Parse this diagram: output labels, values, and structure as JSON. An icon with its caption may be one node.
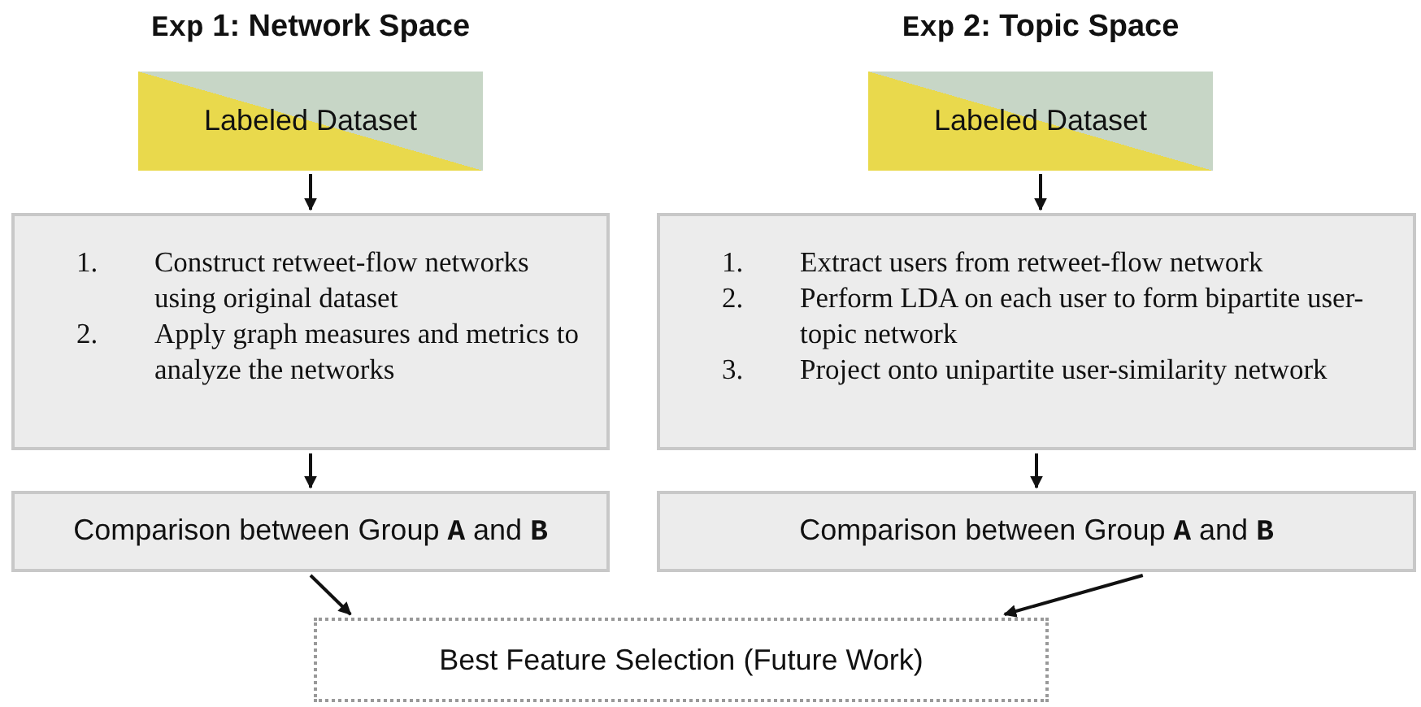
{
  "diagram": {
    "nodes": [
      {
        "text": [
          "Labeled Dataset"
        ]
      },
      {
        "text": [
          "Labeled Dataset"
        ]
      },
      {
        "text": [
          "1.",
          "Construct retweet-flow networks using original dataset",
          "2.",
          "Apply graph measures and metrics to analyze the networks"
        ]
      },
      {
        "text": [
          "1.",
          "Extract users from retweet-flow network",
          "2.",
          "Perform LDA on each user to form bipartite user-topic network",
          "3.",
          "Project onto unipartite user-similarity network"
        ]
      },
      {
        "text": [
          "Comparison between Group **A** and **B**"
        ]
      },
      {
        "text": [
          "Comparison between Group **A** and **B**"
        ]
      },
      {
        "text": [
          "Best Feature Selection (Future Work)"
        ]
      }
    ],
    "edges": [
      {
        "from": 0,
        "to": 2,
        "arrow": "to"
      },
      {
        "from": 1,
        "to": 3,
        "arrow": "to"
      },
      {
        "from": 2,
        "to": 4,
        "arrow": "to"
      },
      {
        "from": 3,
        "to": 5,
        "arrow": "to"
      },
      {
        "from": 4,
        "to": 6,
        "arrow": "to"
      },
      {
        "from": 5,
        "to": 6,
        "arrow": "to"
      }
    ],
    "labels": [
      "Exp 1: Network Space",
      "Exp 2: Topic Space"
    ]
  }
}
